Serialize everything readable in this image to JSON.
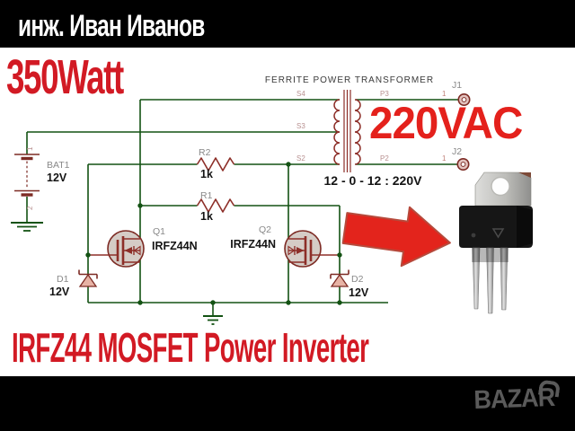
{
  "colors": {
    "accent_red": "#d21a24",
    "bright_red": "#e4211c",
    "wire_green": "#135213",
    "component_maroon": "#7d2b24",
    "bar_black": "#000000",
    "watermark_gray": "#5a5a5a",
    "mosfet_fill": "#d5ccc6",
    "diode_fill": "#e7b3a5"
  },
  "header": {
    "author": "инж. Иван Иванов"
  },
  "labels": {
    "power": "350Watt",
    "voltage": "220VAC",
    "caption": "IRFZ44 MOSFET Power Inverter"
  },
  "transformer": {
    "title": "FERRITE POWER TRANSFORMER",
    "ratio": "12 - 0 - 12 : 220V",
    "windings": {
      "s4": "S4",
      "s3": "S3",
      "s2": "S2",
      "p3": "P3",
      "p2": "P2"
    }
  },
  "battery": {
    "ref": "BAT1",
    "value": "12V",
    "pin1": "1",
    "pin2": "2"
  },
  "resistors": [
    {
      "ref": "R2",
      "value": "1k"
    },
    {
      "ref": "R1",
      "value": "1k"
    }
  ],
  "mosfets": [
    {
      "ref": "Q1",
      "value": "IRFZ44N"
    },
    {
      "ref": "Q2",
      "value": "IRFZ44N"
    }
  ],
  "diodes": [
    {
      "ref": "D1",
      "value": "12V"
    },
    {
      "ref": "D2",
      "value": "12V"
    }
  ],
  "connectors": [
    {
      "ref": "J1",
      "pin": "1"
    },
    {
      "ref": "J2",
      "pin": "1"
    }
  ],
  "watermark": {
    "brand": "BAZAR"
  }
}
